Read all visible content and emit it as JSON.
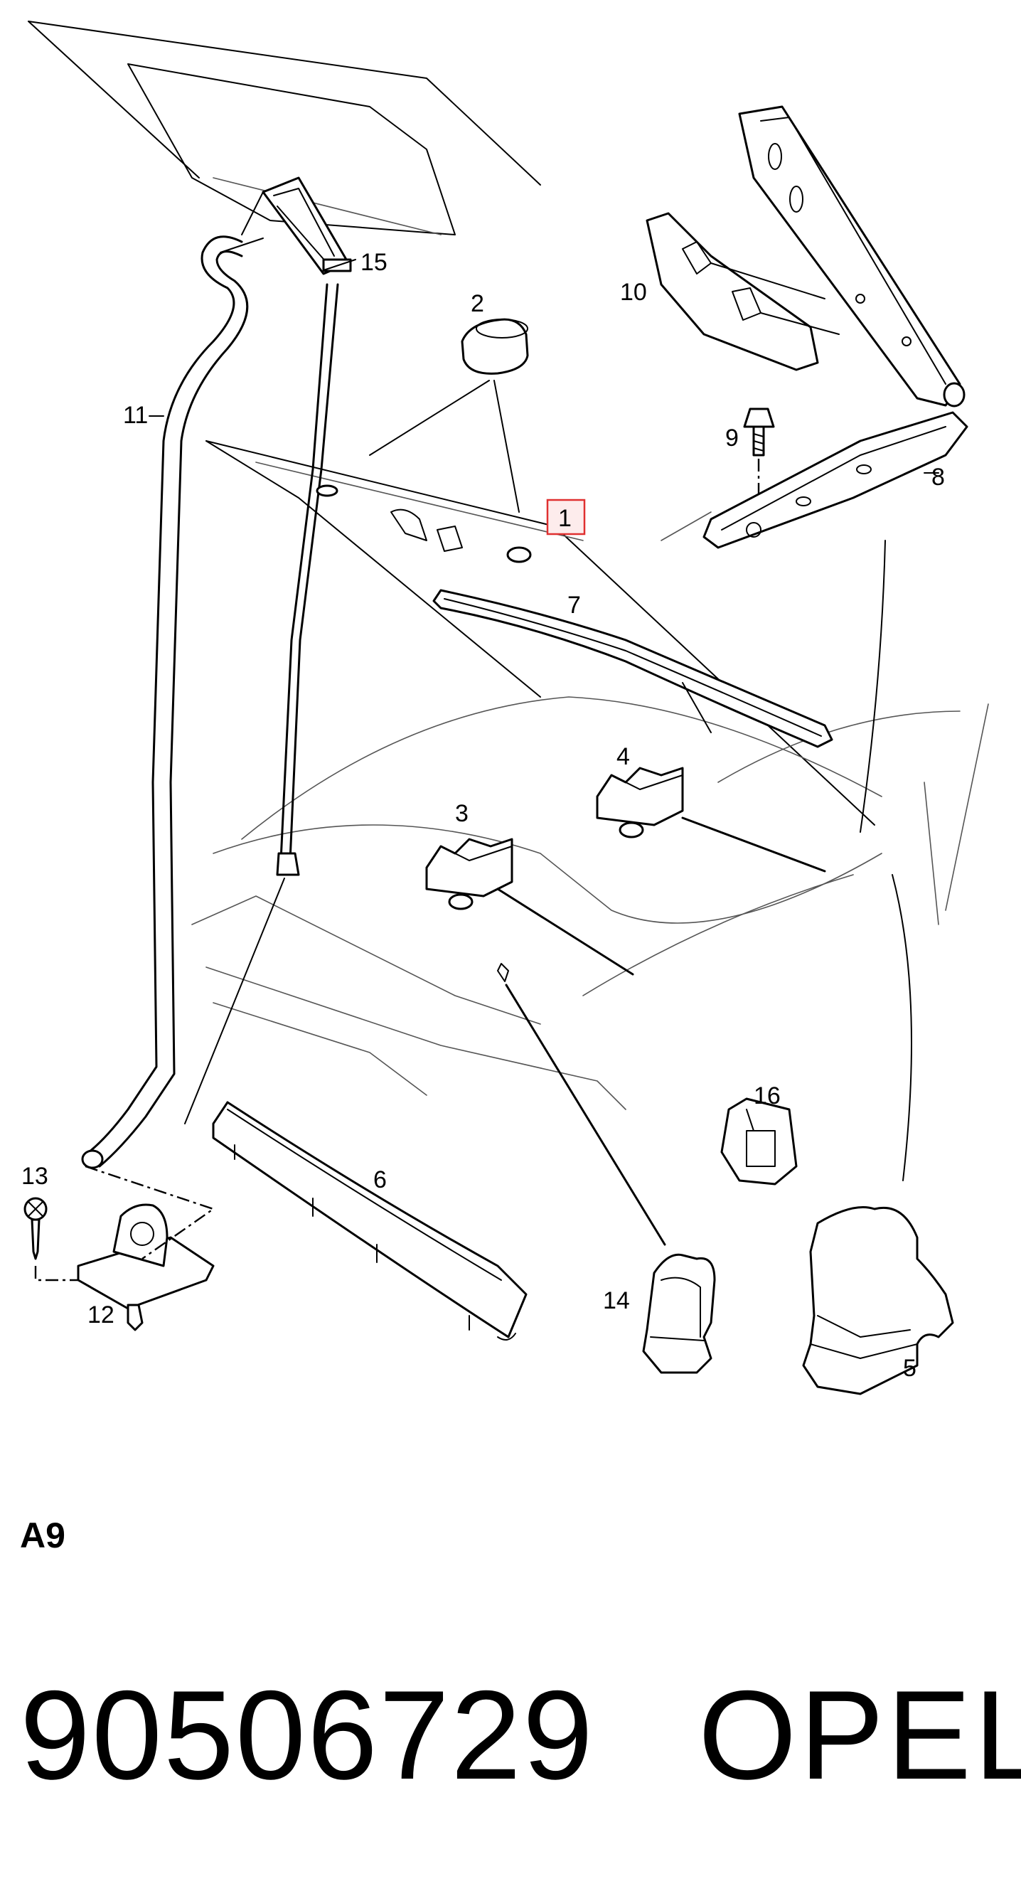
{
  "diagram": {
    "callouts": [
      {
        "id": "1",
        "highlighted": true
      },
      {
        "id": "2"
      },
      {
        "id": "3"
      },
      {
        "id": "4"
      },
      {
        "id": "5"
      },
      {
        "id": "6"
      },
      {
        "id": "7"
      },
      {
        "id": "8"
      },
      {
        "id": "9"
      },
      {
        "id": "10"
      },
      {
        "id": "11"
      },
      {
        "id": "12"
      },
      {
        "id": "13"
      },
      {
        "id": "14"
      },
      {
        "id": "15"
      },
      {
        "id": "16"
      }
    ],
    "highlight_color": "#e03030"
  },
  "section_code": "A9",
  "part_number": "90506729",
  "brand": "OPEL"
}
